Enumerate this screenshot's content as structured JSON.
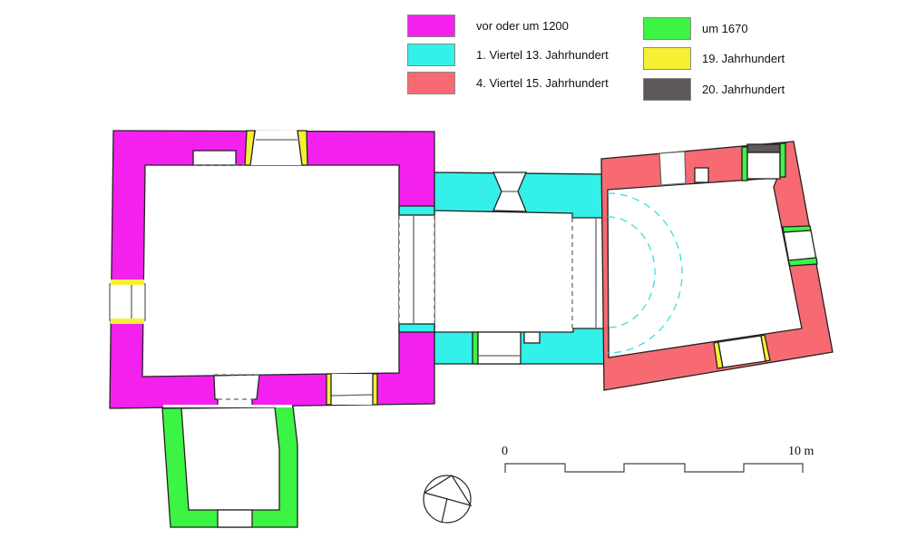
{
  "legend": [
    {
      "label": "vor oder um 1200",
      "color": "#f420ee"
    },
    {
      "label": "1. Viertel 13. Jahrhundert",
      "color": "#33f0e8"
    },
    {
      "label": "4. Viertel 15. Jahrhundert",
      "color": "#f76a72"
    },
    {
      "label": "um 1670",
      "color": "#3cf444"
    },
    {
      "label": "19. Jahrhundert",
      "color": "#f6f033"
    },
    {
      "label": "20. Jahrhundert",
      "color": "#5e5858"
    }
  ],
  "scale_bar": {
    "start_label": "0",
    "end_label": "10 m"
  },
  "compass": {
    "icon": "north-arrow-icon"
  }
}
